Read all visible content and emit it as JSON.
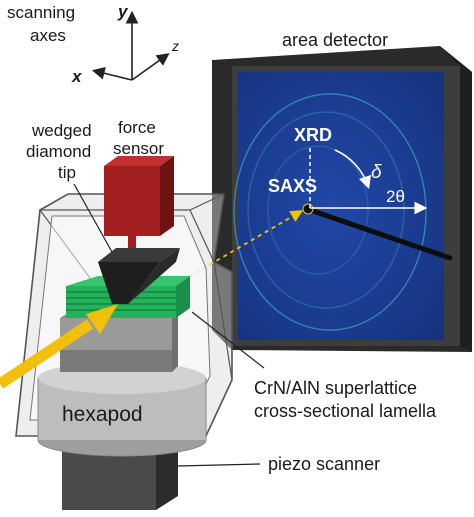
{
  "labels": {
    "scanning_line1": "scanning",
    "scanning_line2": "axes",
    "axis_y": "y",
    "axis_z": "z",
    "axis_x": "x",
    "area_detector": "area detector",
    "force_line1": "force",
    "force_line2": "sensor",
    "wedged_line1": "wedged",
    "wedged_line2": "diamond",
    "wedged_line3": "tip",
    "xrd": "XRD",
    "saxs": "SAXS",
    "delta": "δ",
    "two_theta": "2θ",
    "hexapod": "hexapod",
    "lamella_line1": "CrN/AlN superlattice",
    "lamella_line2": "cross-sectional lamella",
    "piezo": "piezo scanner"
  },
  "colors": {
    "detector_panel": "#1a3f9a",
    "detector_frame": "#3c3c3c",
    "force_sensor": "#a32020",
    "lamella": "#22b35a",
    "beam": "#f2c00b"
  }
}
